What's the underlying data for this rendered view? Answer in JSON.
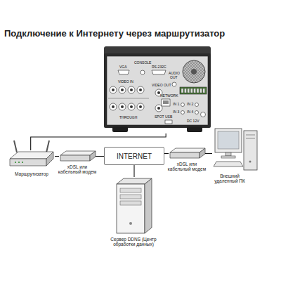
{
  "diagram": {
    "title": "Подключение к Интернету через маршрутизатор",
    "nodes": [
      {
        "text": [
          "VGA",
          "CONSOLE",
          "RS-232C",
          "VIDEO IN",
          "THROUGH",
          "VIDEO OUT",
          "SPOT",
          "AUDIO",
          "OUT",
          "NETWORK",
          "IN 1",
          "IN 2",
          "IN 3",
          "IN 4",
          "USB",
          "DC 12V"
        ]
      },
      {
        "text": [
          "Маршрутизатор"
        ]
      },
      {
        "text": [
          "xDSL или кабельный модем"
        ]
      },
      {
        "text": [
          "INTERNET"
        ]
      },
      {
        "text": [
          "xDSL или кабельный модем"
        ]
      },
      {
        "text": [
          "Внешний удаленный ПК"
        ]
      },
      {
        "text": [
          "Сервер DDNS (Центр обработки данных)"
        ]
      }
    ],
    "edges": [
      {
        "from": 0,
        "to": 1,
        "arrow": "none"
      },
      {
        "from": 1,
        "to": 2,
        "arrow": "none"
      },
      {
        "from": 2,
        "to": 3,
        "arrow": "none"
      },
      {
        "from": 3,
        "to": 4,
        "arrow": "none"
      },
      {
        "from": 4,
        "to": 5,
        "arrow": "none"
      },
      {
        "from": 3,
        "to": 6,
        "arrow": "none"
      }
    ]
  }
}
